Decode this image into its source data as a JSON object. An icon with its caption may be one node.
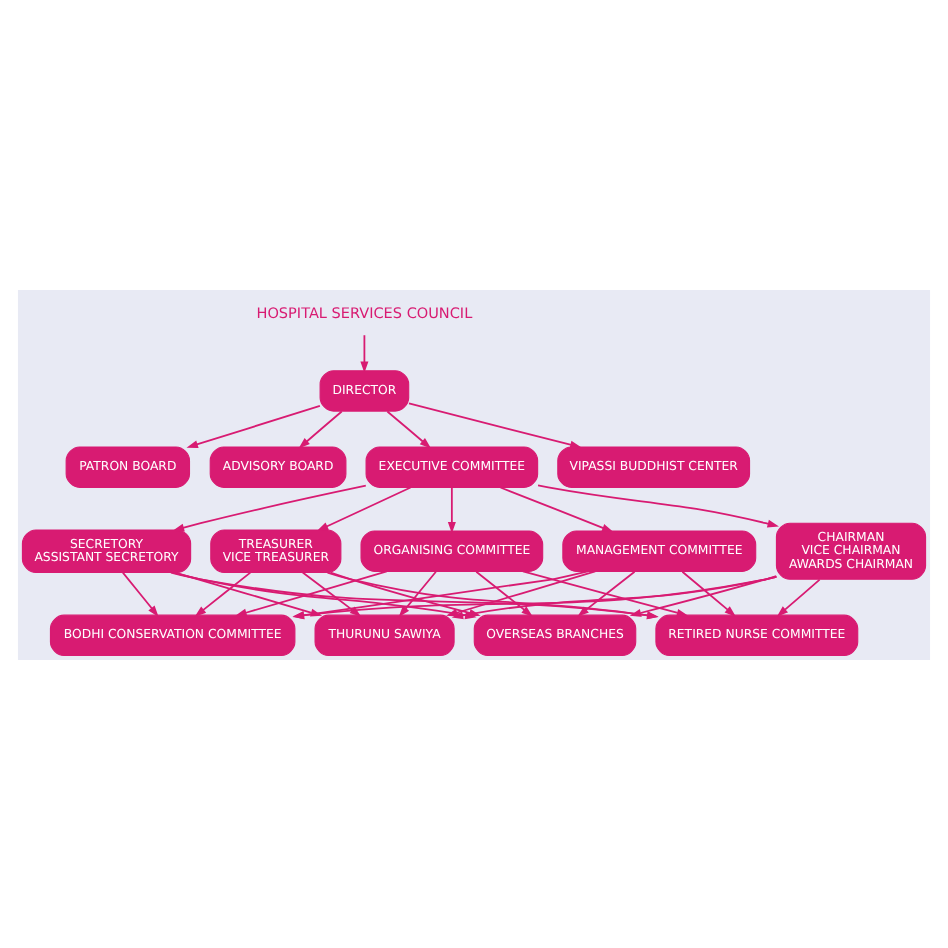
{
  "diagram": {
    "nodes": [
      {
        "text": [
          "HOSPITAL SERVICES COUNCIL"
        ]
      },
      {
        "text": [
          "DIRECTOR"
        ]
      },
      {
        "text": [
          "PATRON BOARD"
        ]
      },
      {
        "text": [
          "ADVISORY BOARD"
        ]
      },
      {
        "text": [
          "EXECUTIVE COMMITTEE"
        ]
      },
      {
        "text": [
          "VIPASSI BUDDHIST CENTER"
        ]
      },
      {
        "text": [
          "CHAIRMAN",
          "VICE CHAIRMAN",
          "AWARDS CHAIRMAN"
        ]
      },
      {
        "text": [
          "SECRETORY",
          "ASSISTANT SECRETORY"
        ]
      },
      {
        "text": [
          "TREASURER",
          "VICE TREASURER"
        ]
      },
      {
        "text": [
          "ORGANISING COMMITTEE"
        ]
      },
      {
        "text": [
          "MANAGEMENT COMMITTEE"
        ]
      },
      {
        "text": [
          "OVERSEAS BRANCHES"
        ]
      },
      {
        "text": [
          "RETIRED NURSE COMMITTEE"
        ]
      },
      {
        "text": [
          "BODHI CONSERVATION COMMITTEE"
        ]
      },
      {
        "text": [
          "THURUNU SAWIYA"
        ]
      }
    ],
    "edges": [
      {
        "from": 0,
        "to": 1,
        "arrow": "to"
      },
      {
        "from": 1,
        "to": 2,
        "arrow": "to"
      },
      {
        "from": 1,
        "to": 3,
        "arrow": "to"
      },
      {
        "from": 1,
        "to": 4,
        "arrow": "to"
      },
      {
        "from": 1,
        "to": 5,
        "arrow": "to"
      },
      {
        "from": 4,
        "to": 6,
        "arrow": "to"
      },
      {
        "from": 4,
        "to": 7,
        "arrow": "to"
      },
      {
        "from": 4,
        "to": 8,
        "arrow": "to"
      },
      {
        "from": 4,
        "to": 9,
        "arrow": "to"
      },
      {
        "from": 4,
        "to": 10,
        "arrow": "to"
      },
      {
        "from": 6,
        "to": 11,
        "arrow": "to"
      },
      {
        "from": 6,
        "to": 12,
        "arrow": "to"
      },
      {
        "from": 6,
        "to": 13,
        "arrow": "to"
      },
      {
        "from": 6,
        "to": 14,
        "arrow": "to"
      },
      {
        "from": 7,
        "to": 11,
        "arrow": "to"
      },
      {
        "from": 7,
        "to": 12,
        "arrow": "to"
      },
      {
        "from": 7,
        "to": 13,
        "arrow": "to"
      },
      {
        "from": 7,
        "to": 14,
        "arrow": "to"
      },
      {
        "from": 8,
        "to": 11,
        "arrow": "to"
      },
      {
        "from": 8,
        "to": 12,
        "arrow": "to"
      },
      {
        "from": 8,
        "to": 13,
        "arrow": "to"
      },
      {
        "from": 8,
        "to": 14,
        "arrow": "to"
      },
      {
        "from": 9,
        "to": 11,
        "arrow": "to"
      },
      {
        "from": 9,
        "to": 12,
        "arrow": "to"
      },
      {
        "from": 9,
        "to": 13,
        "arrow": "to"
      },
      {
        "from": 9,
        "to": 14,
        "arrow": "to"
      },
      {
        "from": 10,
        "to": 11,
        "arrow": "to"
      },
      {
        "from": 10,
        "to": 12,
        "arrow": "to"
      },
      {
        "from": 10,
        "to": 13,
        "arrow": "to"
      },
      {
        "from": 10,
        "to": 14,
        "arrow": "to"
      }
    ]
  }
}
